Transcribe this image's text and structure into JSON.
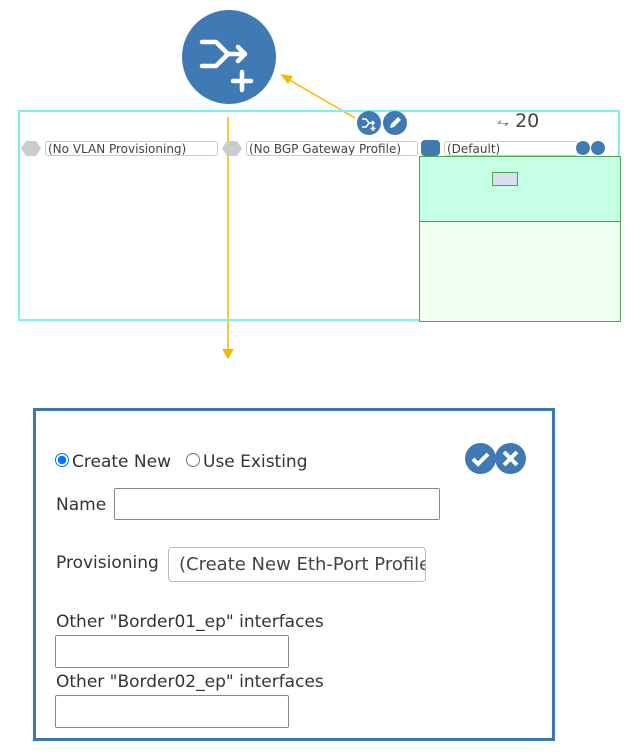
{
  "colors": {
    "accent": "#3f7ab5",
    "connector": "#f5b800",
    "panel_border": "#7ff0f0",
    "zone_green": "#c5ffe5",
    "zone_light": "#effff0"
  },
  "callout_icon": "merge-add-icon",
  "toolbar": {
    "add_icon": "merge-add-icon",
    "edit_icon": "pencil-icon",
    "link_icon": "link-arrows-icon",
    "link_count": "20"
  },
  "row": {
    "vlan": {
      "value": "(No VLAN Provisioning)",
      "icon": "hexagon-icon"
    },
    "bgp": {
      "value": "(No BGP Gateway Profile)",
      "icon": "hexagon-icon"
    },
    "profile": {
      "value": "(Default)",
      "icon": "device-icon"
    },
    "user_icon": "user-icon",
    "trash_icon": "trash-icon"
  },
  "dialog": {
    "mode_options": [
      {
        "label": "Create New",
        "selected": true
      },
      {
        "label": "Use Existing",
        "selected": false
      }
    ],
    "confirm_icon": "check-icon",
    "cancel_icon": "close-icon",
    "name_label": "Name",
    "name_value": "",
    "provisioning_label": "Provisioning",
    "provisioning_value": "(Create New Eth-Port Profile)",
    "other1_label": "Other \"Border01_ep\" interfaces",
    "other1_value": "",
    "other2_label": "Other \"Border02_ep\" interfaces",
    "other2_value": ""
  }
}
